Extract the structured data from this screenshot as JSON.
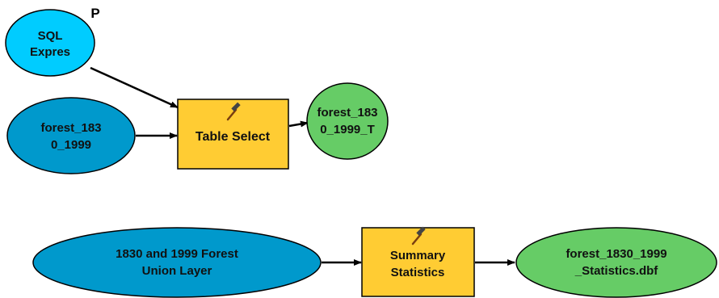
{
  "colors": {
    "variable": "#00ccff",
    "input_data": "#0099cc",
    "tool": "#ffcc33",
    "output": "#66cc66",
    "outline": "#000000",
    "connector": "#000000"
  },
  "model1": {
    "sql_param": {
      "line1": "SQL",
      "line2": "Expres",
      "flag": "P"
    },
    "input": {
      "line1": "forest_183",
      "line2": "0_1999"
    },
    "tool": {
      "label": "Table Select",
      "icon": "hammer-icon"
    },
    "output": {
      "line1": "forest_183",
      "line2": "0_1999_T"
    }
  },
  "model2": {
    "input": {
      "line1": "1830 and 1999 Forest",
      "line2": "Union Layer"
    },
    "tool": {
      "line1": "Summary",
      "line2": "Statistics",
      "icon": "hammer-icon"
    },
    "output": {
      "line1": "forest_1830_1999",
      "line2": "_Statistics.dbf"
    }
  }
}
